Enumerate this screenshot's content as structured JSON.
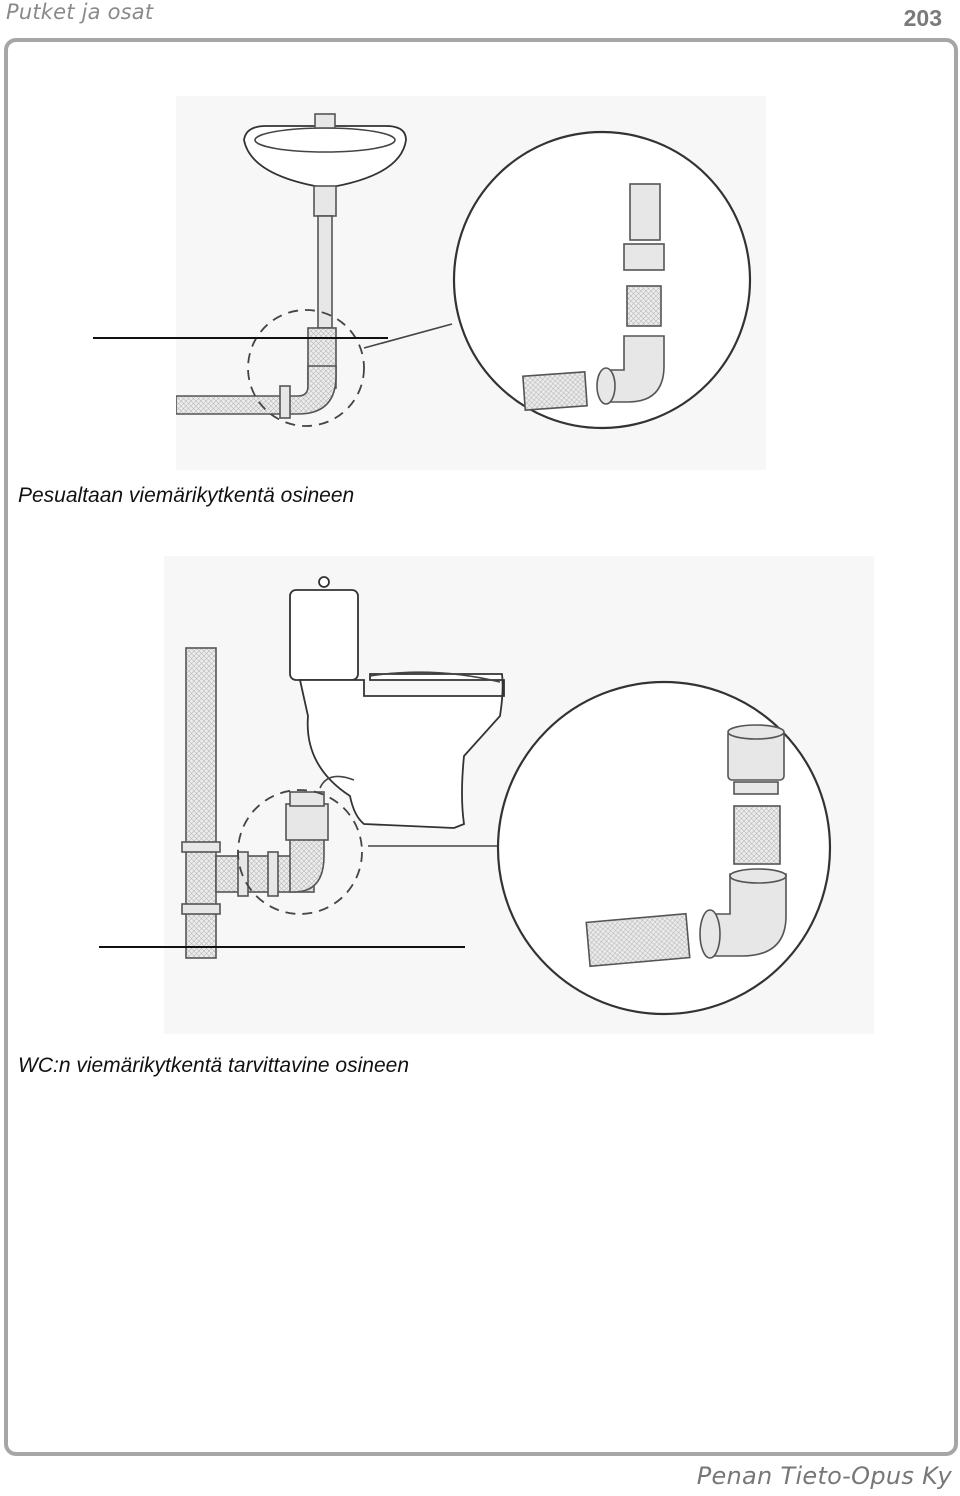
{
  "header": {
    "section_title": "Putket ja osat",
    "page_number": "203"
  },
  "figures": [
    {
      "caption": "Pesualtaan viemärikytkentä osineen"
    },
    {
      "caption": "WC:n viemärikytkentä tarvittavine osineen"
    }
  ],
  "footer": {
    "publisher": "Penan Tieto-Opus Ky"
  }
}
